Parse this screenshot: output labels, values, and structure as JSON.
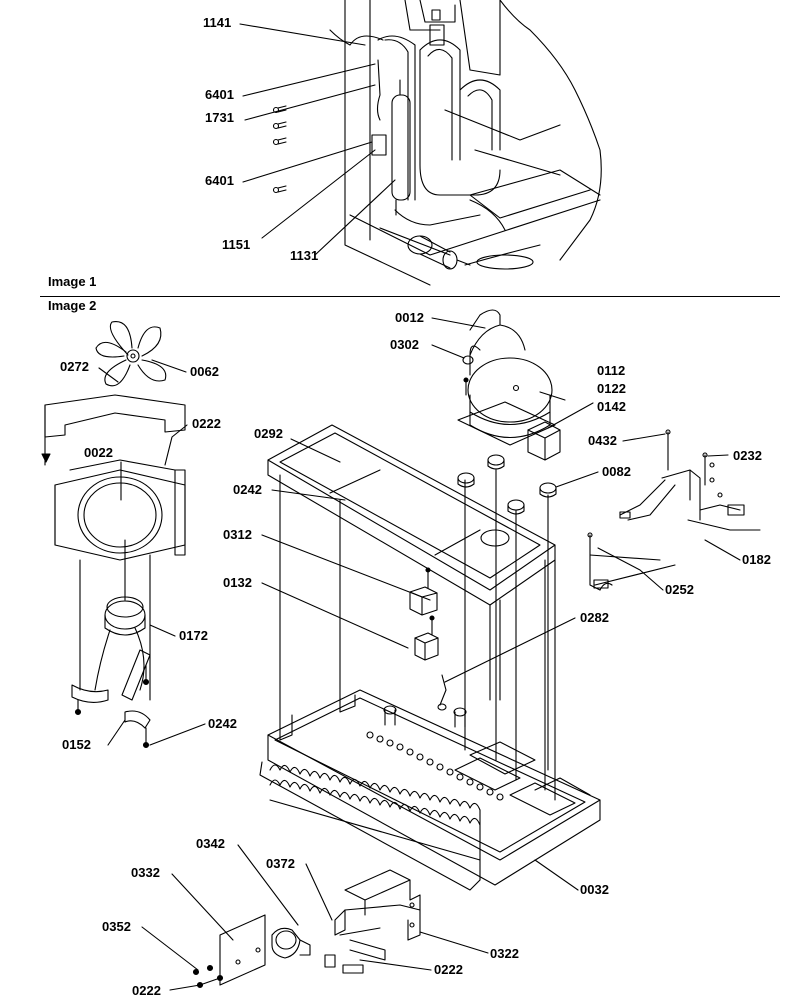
{
  "captions": {
    "image1": "Image 1",
    "image2": "Image 2"
  },
  "image1_labels": {
    "l1141": "1141",
    "l6401a": "6401",
    "l1731": "1731",
    "l6401b": "6401",
    "l1151": "1151",
    "l1131": "1131"
  },
  "image2_labels": {
    "l0012": "0012",
    "l0302": "0302",
    "l0112": "0112",
    "l0122": "0122",
    "l0142": "0142",
    "l0432": "0432",
    "l0232": "0232",
    "l0082": "0082",
    "l0182": "0182",
    "l0252": "0252",
    "l0272": "0272",
    "l0062": "0062",
    "l0222a": "0222",
    "l0022": "0022",
    "l0292": "0292",
    "l0242a": "0242",
    "l0312": "0312",
    "l0132": "0132",
    "l0282": "0282",
    "l0172": "0172",
    "l0152": "0152",
    "l0242b": "0242",
    "l0032": "0032",
    "l0342": "0342",
    "l0332": "0332",
    "l0372": "0372",
    "l0352": "0352",
    "l0322": "0322",
    "l0222b": "0222",
    "l0222c": "0222"
  }
}
